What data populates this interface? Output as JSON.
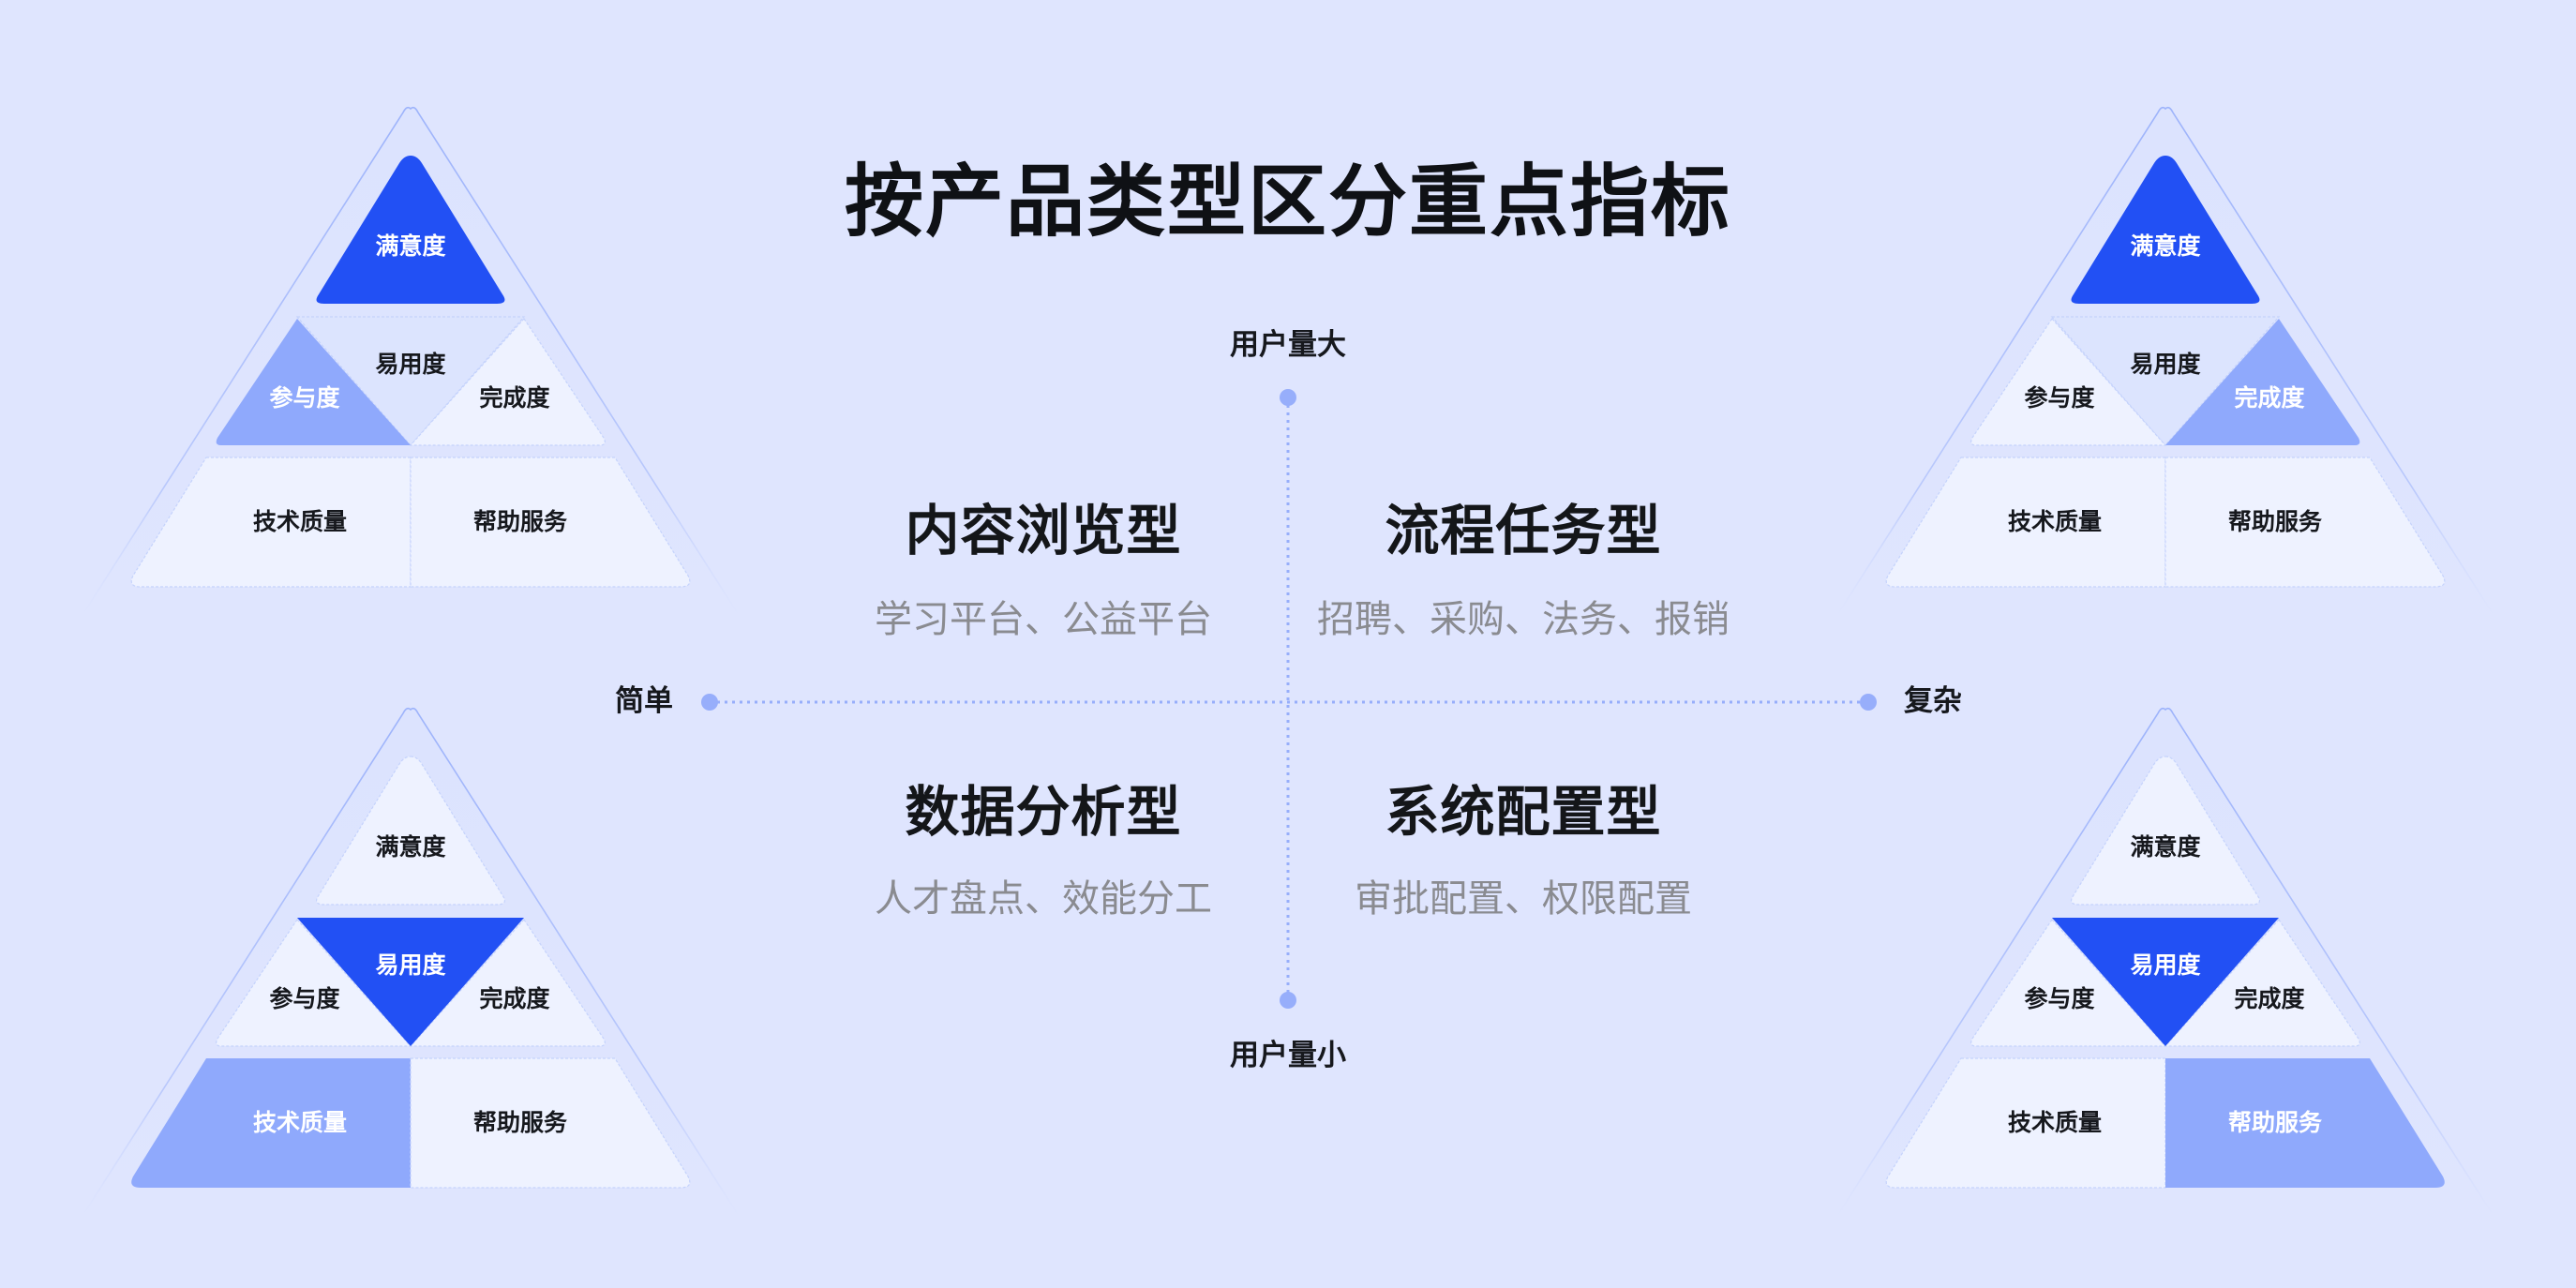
{
  "title": "按产品类型区分重点指标",
  "axes": {
    "y_top_label": "用户量大",
    "y_bottom_label": "用户量小",
    "x_left_label": "简单",
    "x_right_label": "复杂"
  },
  "quadrants": [
    {
      "id": "top-left",
      "heading": "内容浏览型",
      "examples": "学习平台、公益平台"
    },
    {
      "id": "top-right",
      "heading": "流程任务型",
      "examples": "招聘、采购、法务、报销"
    },
    {
      "id": "bottom-left",
      "heading": "数据分析型",
      "examples": "人才盘点、效能分工"
    },
    {
      "id": "bottom-right",
      "heading": "系统配置型",
      "examples": "审批配置、权限配置"
    }
  ],
  "metric_labels": {
    "satisfaction": "满意度",
    "ease_of_use": "易用度",
    "participation": "参与度",
    "completion": "完成度",
    "tech_quality": "技术质量",
    "help_service": "帮助服务"
  },
  "pyramids": [
    {
      "position": "top-left",
      "primary": "满意度",
      "secondary": "参与度"
    },
    {
      "position": "top-right",
      "primary": "满意度",
      "secondary": "完成度"
    },
    {
      "position": "bottom-left",
      "primary": "易用度",
      "secondary": "技术质量"
    },
    {
      "position": "bottom-right",
      "primary": "易用度",
      "secondary": "帮助服务"
    }
  ],
  "colors": {
    "background": "#DFE5FE",
    "primary_highlight": "#2250F4",
    "secondary_highlight": "#8FA9FC",
    "cell_default": "#EEF2FF",
    "axis": "#97AEFB",
    "heading_text": "#141619",
    "subtitle_text": "#8A8B90"
  }
}
